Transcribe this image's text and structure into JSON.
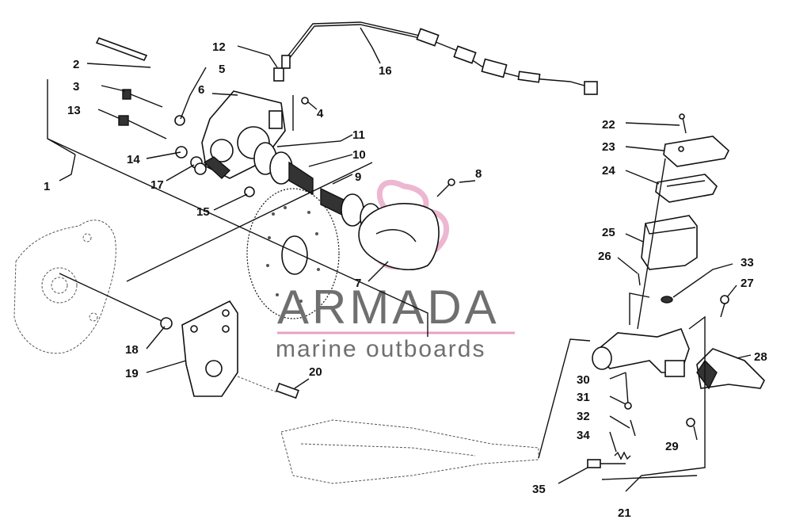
{
  "callouts": [
    "1",
    "2",
    "3",
    "4",
    "5",
    "6",
    "7",
    "8",
    "9",
    "10",
    "11",
    "12",
    "13",
    "14",
    "15",
    "16",
    "17",
    "18",
    "19",
    "20",
    "21",
    "22",
    "23",
    "24",
    "25",
    "26",
    "27",
    "28",
    "29",
    "30",
    "31",
    "32",
    "33",
    "34",
    "35"
  ],
  "watermark": {
    "title": "ARMADA",
    "subtitle": "marine outboards",
    "brand_color": "#e8a0c4",
    "text_color": "#6f6f6f"
  }
}
